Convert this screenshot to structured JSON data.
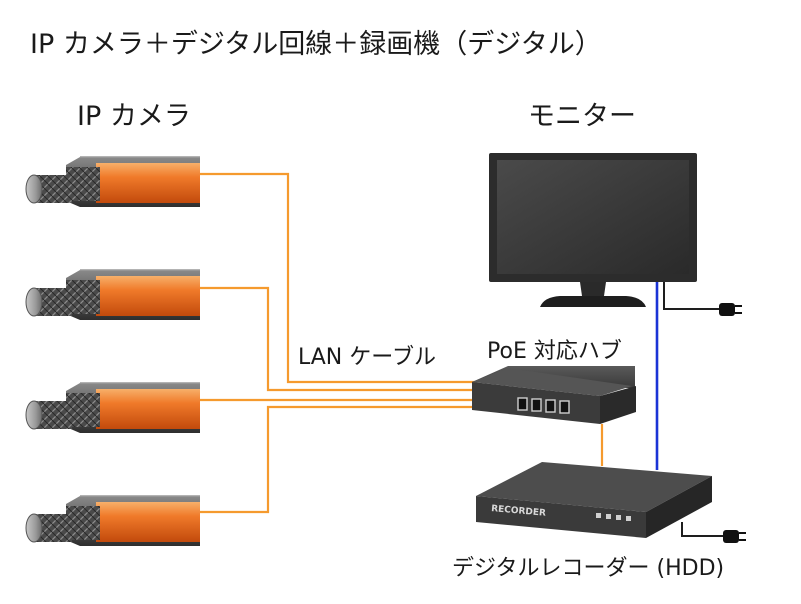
{
  "title": "IP カメラ＋デジタル回線＋録画機（デジタル）",
  "labels": {
    "cameras": "IP カメラ",
    "monitor": "モニター",
    "cable": "LAN ケーブル",
    "hub": "PoE 対応ハブ",
    "recorder": "デジタルレコーダー (HDD)",
    "recorder_front": "RECORDER"
  },
  "cameras": [
    {
      "name": "camera-1"
    },
    {
      "name": "camera-2"
    },
    {
      "name": "camera-3"
    },
    {
      "name": "camera-4"
    }
  ],
  "colors": {
    "lan_cable": "#f59a2e",
    "video_cable": "#1a33d6",
    "camera_body": "#e8631a",
    "device_dark": "#3a3a3a"
  }
}
